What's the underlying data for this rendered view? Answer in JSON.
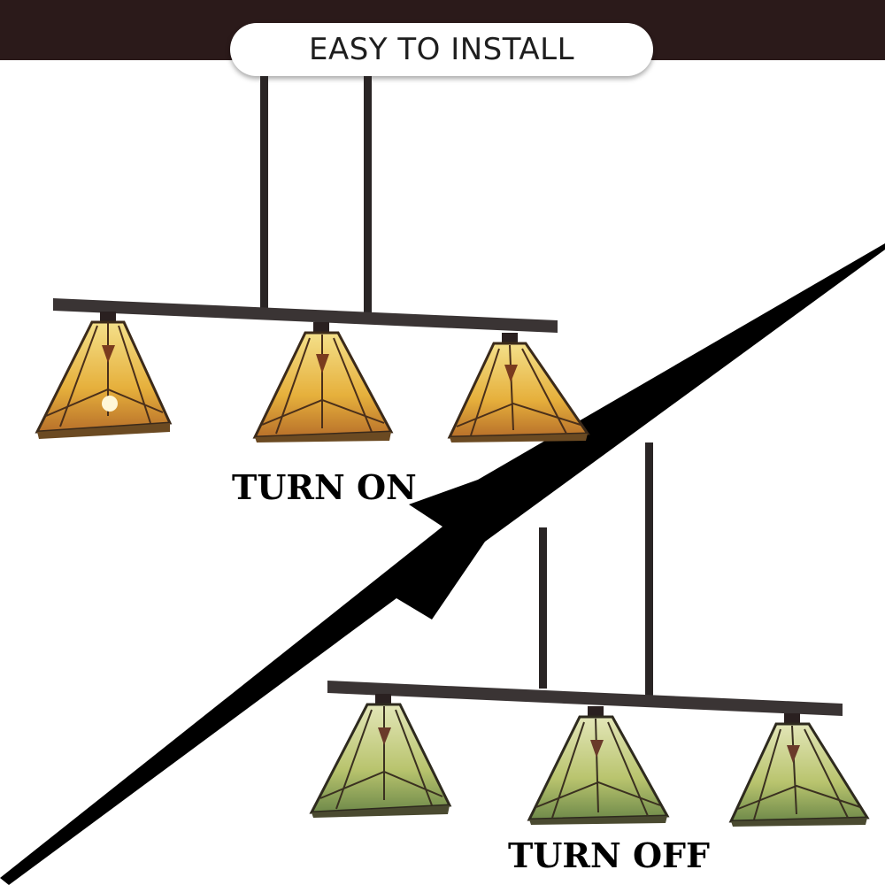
{
  "banner": {
    "title": "EASY TO INSTALL"
  },
  "states": {
    "on_label": "TURN ON",
    "off_label": "TURN OFF"
  },
  "colors": {
    "banner_bg": "#2b1a1a",
    "fixture_bar": "#3a3434",
    "divider": "#000000",
    "glass_on": "#e8b94a",
    "glass_off": "#c9cf86"
  }
}
